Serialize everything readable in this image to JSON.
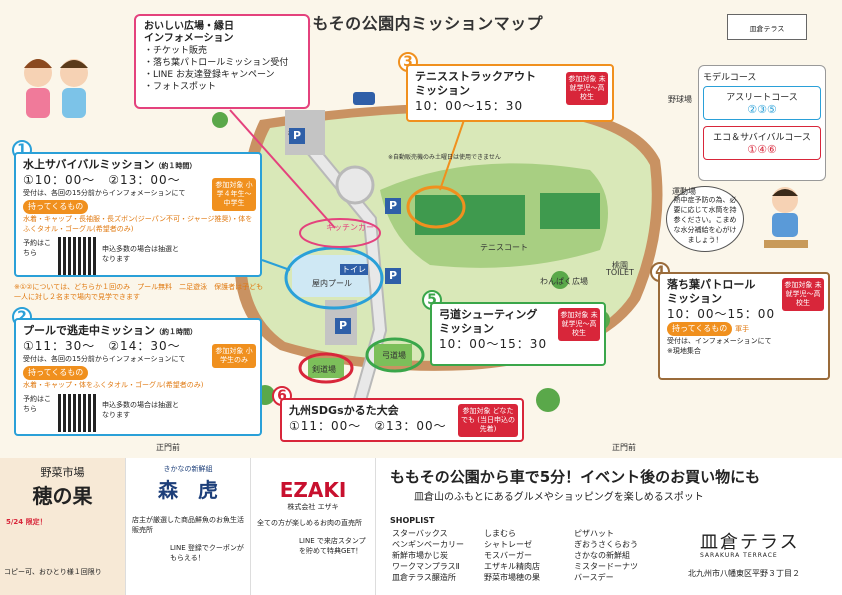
{
  "title": "ももその公園内ミッションマップ",
  "brand_top": "皿倉テラス",
  "info": {
    "title1": "おいしい広場・縁日",
    "title2": "インフォメーション",
    "items": [
      "・チケット販売",
      "・落ち葉パトロールミッション受付",
      "・LINE お友達登録キャンペーン",
      "・フォトスポット"
    ]
  },
  "mission1": {
    "num": "1",
    "title": "水上サバイバルミッション",
    "duration": "（約１時間）",
    "times": "①10：00～　②13：00～",
    "note": "受付は、各回の15分前からインフォメーションにて",
    "target": "参加対象 小学４年生〜中学生",
    "bring_label": "持ってくるもの",
    "bring": "水着・キャップ・長袖服・長ズボン(ジーパン不可・ジャージ推奨)・体をふくタオル・ゴーグル(希望者のみ)",
    "reserve": "予約はこちら",
    "reserve_note": "申込多数の場合は抽選となります"
  },
  "mission2": {
    "num": "2",
    "title": "プールで逃走中ミッション",
    "duration": "（約１時間）",
    "times": "①11：30～　②14：30～",
    "note": "受付は、各回の15分前からインフォメーションにて",
    "target": "参加対象 小学生のみ",
    "bring_label": "持ってくるもの",
    "bring": "水着・キャップ・体をふくタオル・ゴーグル(希望者のみ)",
    "reserve": "予約はこちら",
    "reserve_note": "申込多数の場合は抽選となります",
    "pre_note": "※①②については、どちらか１回のみ　プール無料　二足遊泳　保護者は子ども一人に対し２名まで場内で見学できます"
  },
  "mission3": {
    "num": "3",
    "title1": "テニスストラックアウト",
    "title2": "ミッション",
    "time": "10：00～15：30",
    "target": "参加対象 未就学児〜高校生"
  },
  "mission4": {
    "num": "4",
    "title1": "落ち葉パトロール",
    "title2": "ミッション",
    "time": "10：00～15：00",
    "target": "参加対象 未就学児〜高校生",
    "bring_label": "持ってくるもの",
    "bring": "軍手",
    "note": "受付は、インフォメーションにて",
    "note2": "※現地集合"
  },
  "mission5": {
    "num": "5",
    "title1": "弓道シューティング",
    "title2": "ミッション",
    "time": "10：00～15：30",
    "target": "参加対象 未就学児〜高校生"
  },
  "mission6": {
    "num": "6",
    "title": "九州SDGsかるた大会",
    "times": "①11：00～　②13：00～",
    "target": "参加対象 どなたでも (当日申込の先着)"
  },
  "course": {
    "label": "モデルコース",
    "c1": "アスリートコース",
    "c1n": "②③⑤",
    "c2": "エコ＆サバイバルコース",
    "c2n": "①④⑥"
  },
  "speech": "熱中症予防の為、必要に応じて水筒を持参ください。こまめな水分補給を心がけましょう！",
  "map_labels": {
    "yakyu": "野球場",
    "undo": "運動場",
    "tennis": "テニスコート",
    "wanpaku": "わんぱく広場",
    "pool": "屋内プール",
    "kyudo": "弓道場",
    "kendo": "剣道場",
    "kitchen": "キッチンカー",
    "toilet": "トイレ",
    "toilet2": "TOILET",
    "north": "正門前",
    "south": "正門前",
    "kaimon": "桃園",
    "kaimon2": "桃園",
    "exit": "※自動販売機のみ土曜日は使用できません",
    "parking": "P"
  },
  "bottom": {
    "ad1_name": "穂の果",
    "ad1_sub": "野菜市場",
    "ad1_note": "5/24 限定！",
    "ad1_note2": "コピー可、おひとり様１回限り",
    "ad2_name": "森　虎",
    "ad2_sub": "きかなの新鮮組",
    "ad2_note": "LINE 登録でクーポンがもらえる！",
    "ad2_note0": "店主が厳選した商品鮮魚のお魚生活販売所",
    "ad3_name": "EZAKI",
    "ad3_sub": "株式会社 エザキ",
    "ad3_note": "LINE で来店スタンプを貯めて特典GET！",
    "ad3_note0": "全ての方が楽しめるお肉の直売所",
    "headline": "ももその公園から車で5分！イベント後のお買い物にも",
    "sub": "皿倉山のふもとにあるグルメやショッピングを楽しめるスポット",
    "shoplist": "SHOPLIST",
    "col1": [
      "スターバックス",
      "ベンギンベーカリー",
      "新鮮市場かじ炭",
      "ワークマンプラスⅡ",
      "皿倉テラス醸造所"
    ],
    "col2": [
      "しまむら",
      "シャトレーゼ",
      "モスバーガー",
      "エザキル精肉店",
      "野菜市場穂の果"
    ],
    "col3": [
      "ピザハット",
      "ぎおうさくらおう",
      "さかなの新鮮組",
      "ミスタードーナツ",
      "バースデー"
    ],
    "terrace_name": "皿倉テラス",
    "terrace_en": "SARAKURA TERRACE",
    "address": "北九州市八幡東区平野３丁目２"
  },
  "colors": {
    "blue": "#2aa0d8",
    "green": "#3aa64a",
    "orange": "#f0901e",
    "red": "#d8263a",
    "pink": "#e4427d",
    "brown": "#9a6b3a"
  }
}
